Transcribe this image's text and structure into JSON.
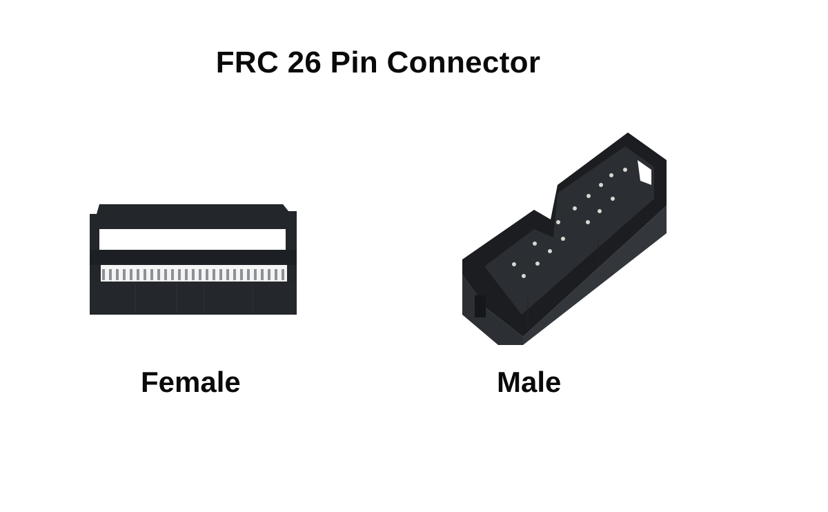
{
  "title": "FRC 26 Pin Connector",
  "connectors": [
    {
      "type": "female",
      "label": "Female",
      "body_color": "#23262b",
      "pin_color": "#b8bcc0"
    },
    {
      "type": "male",
      "label": "Male",
      "body_color": "#24272b",
      "pin_color": "#d8d8d2"
    }
  ]
}
